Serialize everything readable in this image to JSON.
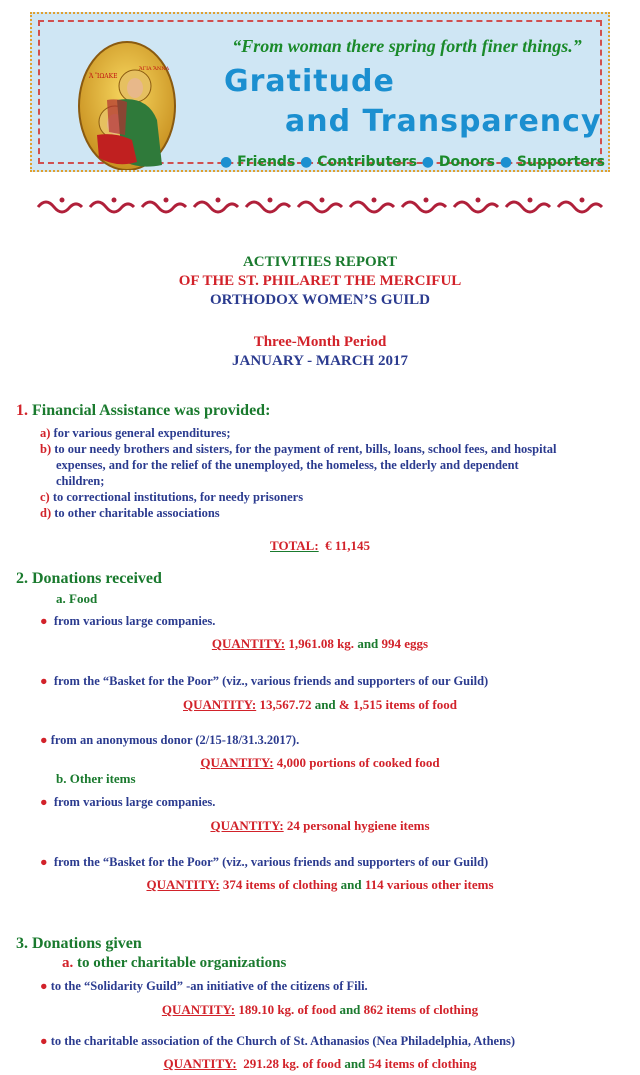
{
  "banner": {
    "quote": "“From woman there spring forth finer things.”",
    "title_line1": "Gratitude",
    "title_line2": "and Transparency",
    "tags": [
      "Friends",
      "Contributers",
      "Donors",
      "Supporters"
    ],
    "icon_left_text": "Ἁ ἼΩΑΚΕ",
    "icon_right_text": "ἉΓΙΑ ἌΝΝΑ"
  },
  "header": {
    "line1": "ACTIVITIES REPORT",
    "line2": "OF THE ST. PHILARET THE MERCIFUL",
    "line3": "ORTHODOX WOMEN’S GUILD",
    "period_label": "Three-Month Period",
    "period": "JANUARY - MARCH 2017"
  },
  "section1": {
    "heading": "1. Financial Assistance was provided:",
    "items": [
      {
        "letter": "a)",
        "text": "for various general expenditures;"
      },
      {
        "letter": "b)",
        "text_l1": "to our needy brothers and sisters, for the payment of rent, bills, loans, school fees, and hospital",
        "text_l2": "expenses, and for the relief of the unemployed, the homeless, the elderly and dependent",
        "text_l3": "children;"
      },
      {
        "letter": "c)",
        "text": "to correctional institutions, for needy prisoners"
      },
      {
        "letter": "d)",
        "text": "to other charitable associations"
      }
    ],
    "total_label": "TOTAL:",
    "total_value": "€ 11,145"
  },
  "section2": {
    "heading": "2. Donations received",
    "sub_a": "a. Food",
    "a_items": [
      {
        "bullet": "●",
        "text": "from various large companies.",
        "qty_label": "QUANTITY:",
        "qty_v1": "1,961.08 kg.",
        "qty_and": "and",
        "qty_v2": "994 eggs"
      },
      {
        "bullet": "●",
        "text": "from the “Basket for the Poor” (viz., various friends and supporters of our Guild)",
        "qty_label": "QUANTITY:",
        "qty_v1": "13,567.72",
        "qty_and": "and",
        "qty_v2": "& 1,515 items of food"
      },
      {
        "bullet": "●",
        "text": "from an anonymous donor (2/15-18/31.3.2017).",
        "qty_label": "QUANTITY:",
        "qty_v1": "4,000 portions of cooked food"
      }
    ],
    "sub_b": "b. Other items",
    "b_items": [
      {
        "bullet": "●",
        "text": "from various large companies.",
        "qty_label": "QUANTITY:",
        "qty_v1": "24 personal hygiene items"
      },
      {
        "bullet": "●",
        "text": "from the “Basket for the Poor” (viz., various friends and supporters of our Guild)",
        "qty_label": "QUANTITY:",
        "qty_v1": "374 items of clothing",
        "qty_and": "and",
        "qty_v2": "114 various other items"
      }
    ]
  },
  "section3": {
    "heading": "3. Donations given",
    "sub_a": "a. to other charitable organizations",
    "items": [
      {
        "bullet": "●",
        "text": "to the “Solidarity Guild” -an initiative of the citizens of Fili.",
        "qty_label": "QUANTITY:",
        "qty_v1": "189.10 kg. of food",
        "qty_and": "and",
        "qty_v2": "862 items of clothing"
      },
      {
        "bullet": "●",
        "text": "to the charitable association of the Church of St. Athanasios (Nea Philadelphia, Athens)",
        "qty_label": "QUANTITY:",
        "qty_v1": "291.28 kg. of food",
        "qty_and": "and",
        "qty_v2": "54 items of clothing"
      }
    ]
  },
  "colors": {
    "green": "#1a7a2e",
    "red": "#d2222a",
    "blue": "#2b3b8f",
    "banner_bg": "#cfe6f4",
    "title_blue": "#1b8fd0"
  }
}
